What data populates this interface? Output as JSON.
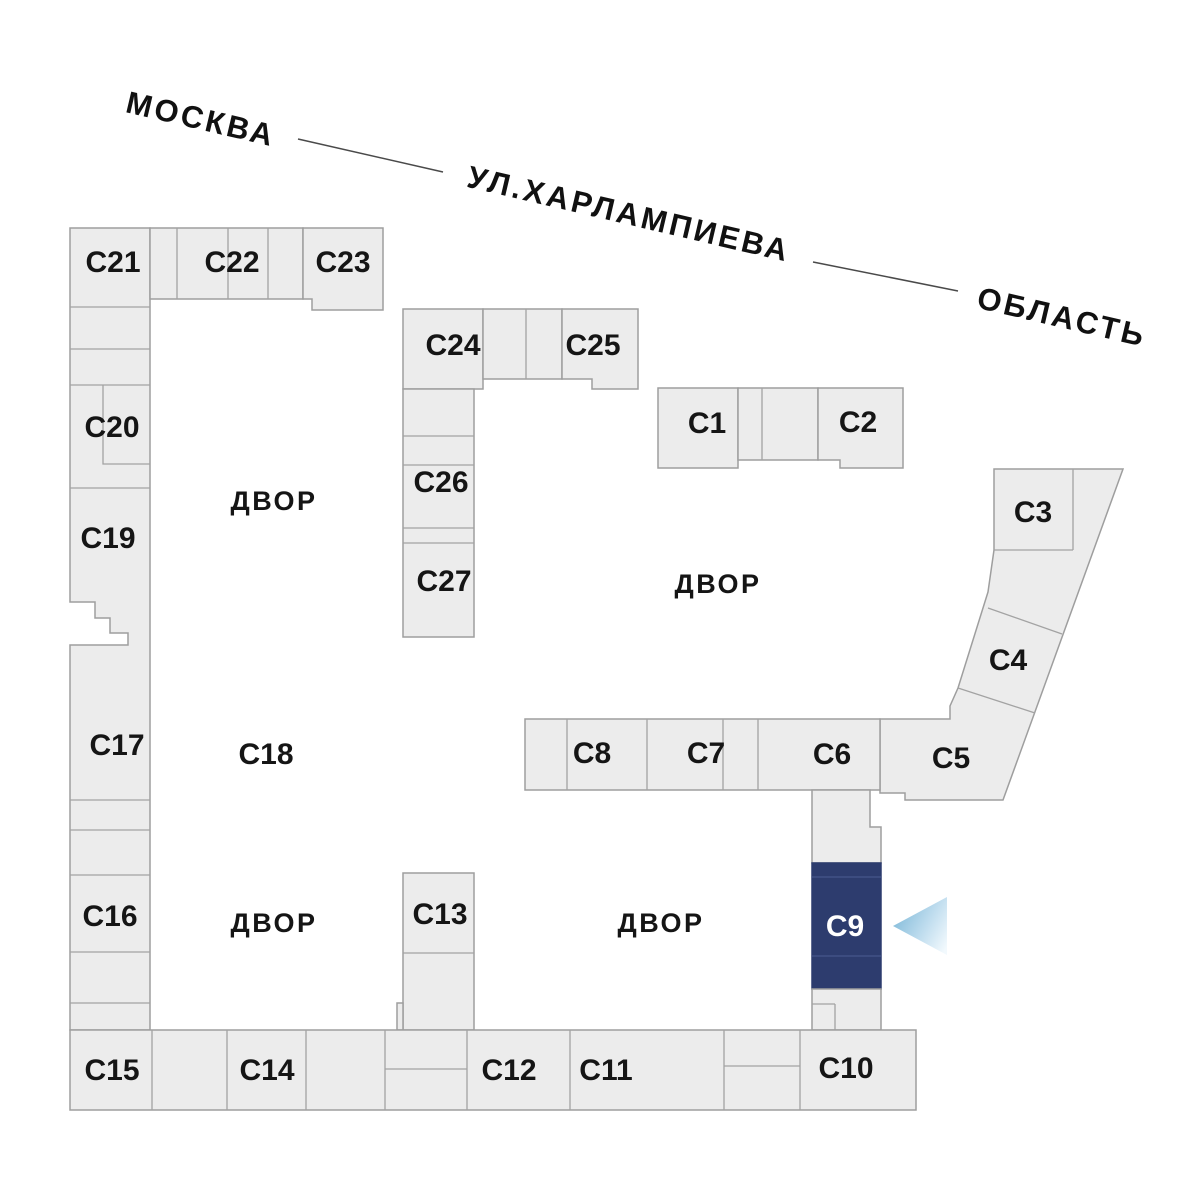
{
  "map": {
    "streets": {
      "moscow": "МОСКВА",
      "street_name": "УЛ.ХАРЛАМПИЕВА",
      "oblast": "ОБЛАСТЬ"
    },
    "courtyard_label": "ДВОР",
    "selected": {
      "id": "c9",
      "label": "С9"
    },
    "buildings": {
      "c1": "С1",
      "c2": "С2",
      "c3": "С3",
      "c4": "С4",
      "c5": "С5",
      "c6": "С6",
      "c7": "С7",
      "c8": "С8",
      "c9": "С9",
      "c10": "С10",
      "c11": "С11",
      "c12": "С12",
      "c13": "С13",
      "c14": "С14",
      "c15": "С15",
      "c16": "С16",
      "c17": "С17",
      "c18": "С18",
      "c19": "С19",
      "c20": "С20",
      "c21": "С21",
      "c22": "С22",
      "c23": "С23",
      "c24": "С24",
      "c25": "С25",
      "c26": "С26",
      "c27": "С27"
    },
    "colors": {
      "background": "#ffffff",
      "building_fill": "#ececec",
      "building_stroke": "#9e9e9e",
      "selected_fill": "#2d3c6e",
      "selected_text": "#ffffff",
      "label_text": "#151515",
      "street_line": "#4a4a4a",
      "arrow_gradient_start": "#7fb9d8",
      "arrow_gradient_end": "#f2f9fd"
    }
  }
}
